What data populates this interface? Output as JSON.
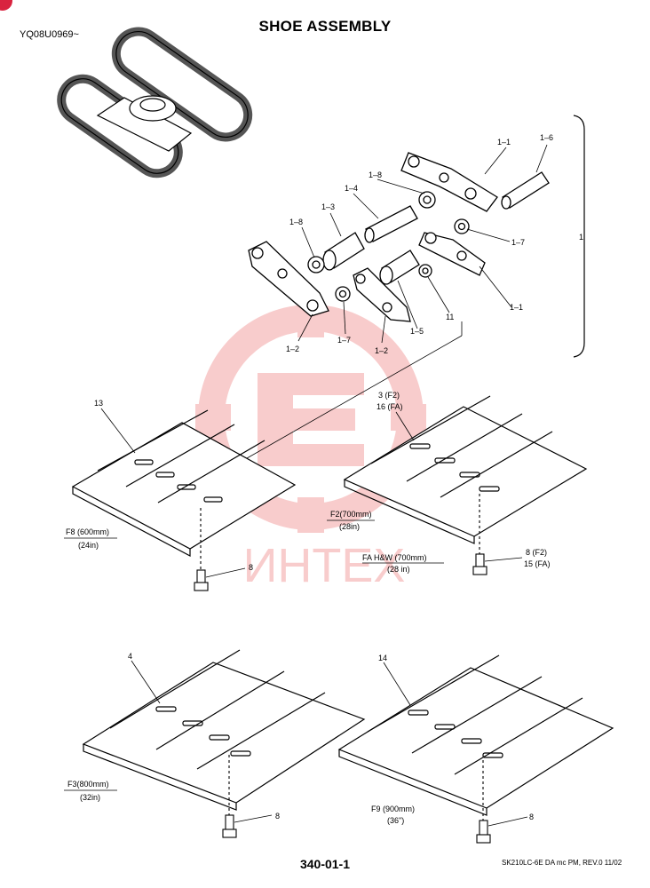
{
  "header": {
    "title": "SHOE ASSEMBLY",
    "doc_id": "YQ08U0969~"
  },
  "footer": {
    "page_number": "340-01-1",
    "model_rev": "SK210LC-6E DA mc PM,  REV.0 11/02"
  },
  "watermark": {
    "text": "ИНТЕХ",
    "color": "#f3a3a3"
  },
  "callouts": {
    "c1_1a": "1–1",
    "c1_6": "1–6",
    "c1_8a": "1–8",
    "c1_4": "1–4",
    "c1_3": "1–3",
    "c1_8b": "1–8",
    "c1": "1",
    "c1_7a": "1–7",
    "c1_1b": "1–1",
    "c11": "11",
    "c1_2a": "1–2",
    "c1_7b": "1–7",
    "c1_2b": "1–2",
    "c1_5": "1–5",
    "c13": "13",
    "c3": "3  (F2)",
    "c16": "16  (FA)",
    "c8a": "8",
    "c8b": "8  (F2)",
    "c15": "15  (FA)",
    "c4": "4",
    "c14": "14",
    "c8c": "8",
    "c8d": "8"
  },
  "shoe_labels": {
    "f8_size": "F8 (600mm)",
    "f8_in": "(24in)",
    "f2_size": "F2(700mm)",
    "f2_in": "(28in)",
    "fa_size": "FA  H&W  (700mm)",
    "fa_in": "(28 in)",
    "f3_size": "F3(800mm)",
    "f3_in": "(32in)",
    "f9_size": "F9 (900mm)",
    "f9_in": "(36\")"
  },
  "colors": {
    "line": "#000000",
    "badge": "#d9233f",
    "watermark": "#f3a3a3"
  }
}
